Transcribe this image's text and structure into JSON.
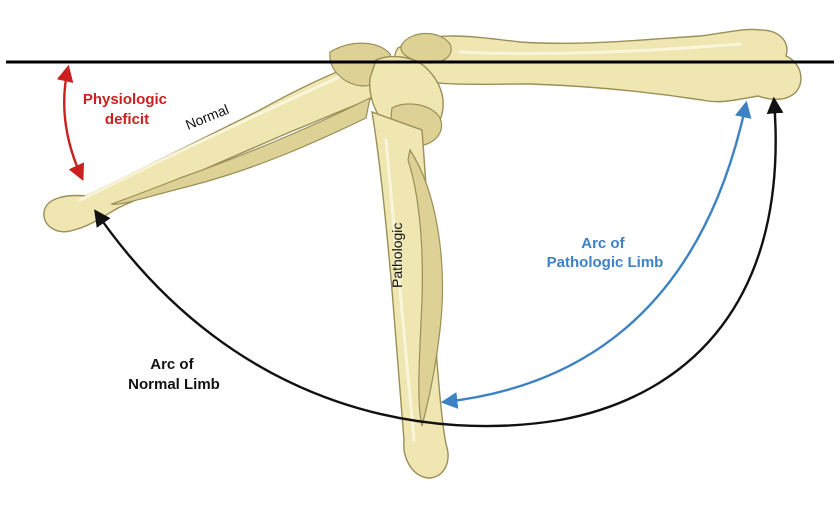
{
  "labels": {
    "physiologic_line1": "Physiologic",
    "physiologic_line2": "deficit",
    "normal": "Normal",
    "pathologic": "Pathologic",
    "arc_pathologic_line1": "Arc of",
    "arc_pathologic_line2": "Pathologic Limb",
    "arc_normal_line1": "Arc of",
    "arc_normal_line2": "Normal Limb"
  },
  "colors": {
    "deficit": "#cc1f1f",
    "pathologic_arc": "#3d82c4",
    "normal_arc": "#111111",
    "reference_line": "#000000",
    "bone_fill": "#efe6b2",
    "bone_outline": "#9a8f57"
  }
}
